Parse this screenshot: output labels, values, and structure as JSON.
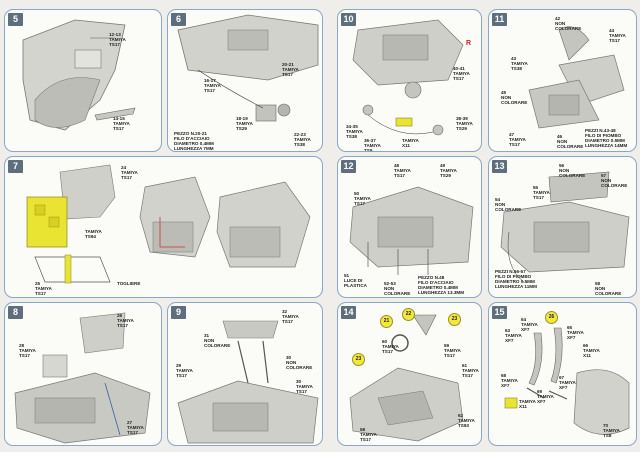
{
  "steps": {
    "s5": {
      "num": "5",
      "labels": [
        "12-13\nTAMIYA\nTS17",
        "14-15\nTAMIYA\nTS17"
      ]
    },
    "s6": {
      "num": "6",
      "labels": [
        "16-17\nTAMIYA\nTS17",
        "20-21\nTAMIYA\nTS17",
        "18-19\nTAMIYA\nTS29",
        "22-23\nTAMIYA\nTS38",
        "PEZZO N.20-21\nFILO D'ACCIAIO\nDIAMETRO 0.4mm\nLUNGHEZZA 7mm"
      ]
    },
    "s7": {
      "num": "7",
      "labels": [
        "24\nTAMIYA\nTS17",
        "TAMIYA\nTS94",
        "25\nTAMIYA\nTS17",
        "TOGLIERE"
      ]
    },
    "s8": {
      "num": "8",
      "labels": [
        "26\nTAMIYA\nTS17",
        "28\nTAMIYA\nTS17",
        "27\nTAMIYA\nTS17"
      ]
    },
    "s9": {
      "num": "9",
      "labels": [
        "32\nTAMIYA\nTS17",
        "31\nNON\nCOLORARE",
        "29\nTAMIYA\nTS17",
        "30\nNON\nCOLORARE",
        "30\nTAMIYA\nTS17"
      ]
    },
    "s10": {
      "num": "10",
      "labels": [
        "R",
        "40-41\nTAMIYA\nTS17",
        "34-35\nTAMIYA\nTS38",
        "36-37\nTAMIYA\nTS9",
        "38-39\nTAMIYA\nTS29",
        "TAMIYA\nX11"
      ]
    },
    "s11": {
      "num": "11",
      "labels": [
        "42\nNON\nCOLORARE",
        "44\nTAMIYA\nTS17",
        "43\nTAMIYA\nTS38",
        "45\nNON\nCOLORARE",
        "47\nTAMIYA\nTS17",
        "46\nNON\nCOLORARE",
        "PEZZI N.43-48\nFILO DI PIOMBO\nDIAMETRO 0.5mm\nLUNGHEZZA 14mm"
      ]
    },
    "s12": {
      "num": "12",
      "labels": [
        "48\nTAMIYA\nTS17",
        "49\nTAMIYA\nTS29",
        "50\nTAMIYA\nTS17",
        "51\nLUCE DI\nPLASTICA",
        "52-53\nNON\nCOLORARE",
        "PEZZO N.48\nFILO D'ACCIAIO\nDIAMETRO 0.4mm\nLUNGHEZZA 13.3mm"
      ]
    },
    "s13": {
      "num": "13",
      "labels": [
        "56\nNON\nCOLORARE",
        "57\nNON\nCOLORARE",
        "55\nTAMIYA\nTS17",
        "54\nNON\nCOLORARE",
        "PEZZI N.56-57\nFILO DI PIOMBO\nDIAMETRO 0.5mm\nLUNGHEZZA 11mm",
        "58\nNON\nCOLORARE"
      ]
    },
    "s14": {
      "num": "14",
      "labels": [
        "60\nTAMIYA\nTS17",
        "59\nTAMIYA\nTS17",
        "61\nTAMIYA\nTS17",
        "62\nTAMIYA\nTS93",
        "58\nTAMIYA\nTS17"
      ],
      "badges": [
        "21",
        "22",
        "23",
        "23"
      ]
    },
    "s15": {
      "num": "15",
      "labels": [
        "63\nTAMIYA\nXF7",
        "64\nTAMIYA\nXF7",
        "65\nTAMIYA\nXF7",
        "66\nTAMIYA\nX11",
        "68\nTAMIYA\nXF7",
        "67\nTAMIYA\nXF7",
        "69\nTAMIYA\nXF7",
        "TAMIYA\nX11",
        "70\nTAMIYA\nTS8"
      ],
      "badges": [
        "26"
      ]
    }
  },
  "colors": {
    "panel_border": "#8aa6c8",
    "step_badge": "#5e6e7c",
    "highlight": "#f2e83a",
    "part_gray": "#c9c9c4"
  }
}
